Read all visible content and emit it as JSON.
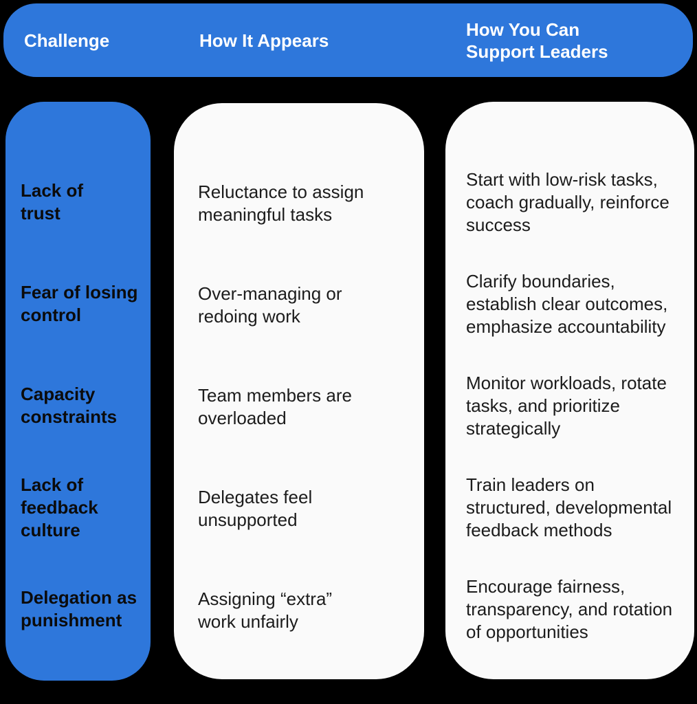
{
  "colors": {
    "accent_blue": "#2E77DB",
    "card_background": "#FAFAFA",
    "header_text": "#FFFFFF",
    "challenge_text": "#0B0B0B",
    "body_text": "#1C1C1C",
    "page_background": "#000000"
  },
  "header": {
    "columns": [
      "Challenge",
      "How It Appears",
      "How You Can\nSupport Leaders"
    ]
  },
  "table": {
    "rows": [
      {
        "challenge": "Lack of\ntrust",
        "appearance": "Reluctance to assign\nmeaningful tasks",
        "support": "Start with low-risk tasks,\ncoach gradually, reinforce\nsuccess"
      },
      {
        "challenge": "Fear of losing\ncontrol",
        "appearance": "Over-managing or\nredoing work",
        "support": "Clarify boundaries,\nestablish clear outcomes,\nemphasize accountability"
      },
      {
        "challenge": "Capacity\nconstraints",
        "appearance": "Team members are\noverloaded",
        "support": "Monitor workloads, rotate\ntasks, and prioritize\nstrategically"
      },
      {
        "challenge": "Lack of\nfeedback\nculture",
        "appearance": "Delegates feel\nunsupported",
        "support": "Train leaders on\nstructured, developmental\nfeedback methods"
      },
      {
        "challenge": "Delegation as\npunishment",
        "appearance": "Assigning “extra”\nwork unfairly",
        "support": "Encourage fairness,\ntransparency, and rotation\nof opportunities"
      }
    ]
  }
}
